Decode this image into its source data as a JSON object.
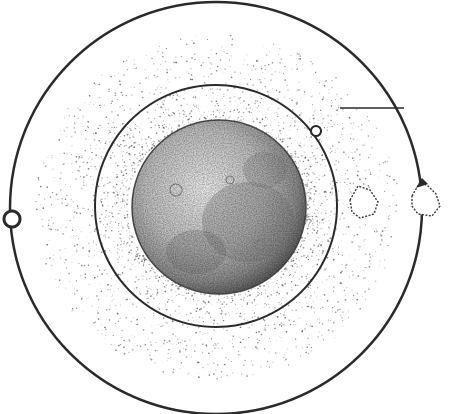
{
  "diagram": {
    "elements": [
      {
        "id": "outer-orbit",
        "kind": "orbit-ring"
      },
      {
        "id": "inner-orbit",
        "kind": "orbit-ring"
      },
      {
        "id": "central-body",
        "kind": "moon-like sphere"
      },
      {
        "id": "halo",
        "kind": "speckled aura"
      },
      {
        "id": "satellite-inner",
        "kind": "small satellite"
      },
      {
        "id": "satellite-outer",
        "kind": "small satellite"
      },
      {
        "id": "debris-cluster-a",
        "kind": "rock fragment"
      },
      {
        "id": "debris-cluster-b",
        "kind": "rock fragment"
      },
      {
        "id": "pointer-line",
        "kind": "leader line"
      }
    ],
    "colors": {
      "ink": "#2a2a2a",
      "sphere_light": "#e9e9e9",
      "sphere_mid": "#a9a9a9",
      "sphere_dark": "#6a6a6a",
      "halo": "#555555",
      "background": "#ffffff"
    }
  }
}
